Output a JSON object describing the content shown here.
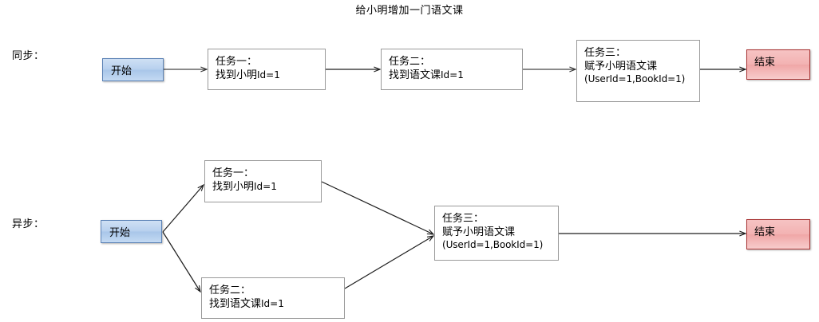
{
  "title": "给小明增加一门语文课",
  "rows": [
    {
      "label": "同步：",
      "nodes": {
        "start": "开始",
        "task1_l1": "任务一：",
        "task1_l2a": "找到小明",
        "task1_l2b": "Id=1",
        "task2_l1": "任务二：",
        "task2_l2a": "找到语文课",
        "task2_l2b": "Id=1",
        "task3_l1": "任务三：",
        "task3_l2": "赋予小明语文课",
        "task3_l3": "(UserId=1,BookId=1)",
        "end": "结束"
      }
    },
    {
      "label": "异步：",
      "nodes": {
        "start": "开始",
        "task1_l1": "任务一：",
        "task1_l2a": "找到小明",
        "task1_l2b": "Id=1",
        "task2_l1": "任务二：",
        "task2_l2a": "找到语文课",
        "task2_l2b": "Id=1",
        "task3_l1": "任务三：",
        "task3_l2": "赋予小明语文课",
        "task3_l3": "(UserId=1,BookId=1)",
        "end": "结束"
      }
    }
  ],
  "colors": {
    "start_border": "#5b82b5",
    "start_fill": "#b7d0ee",
    "end_border": "#a83232",
    "end_fill": "#f3b3b3",
    "task_border": "#9a9a9a",
    "edge": "#333333",
    "text": "#000000",
    "background": "#ffffff"
  }
}
